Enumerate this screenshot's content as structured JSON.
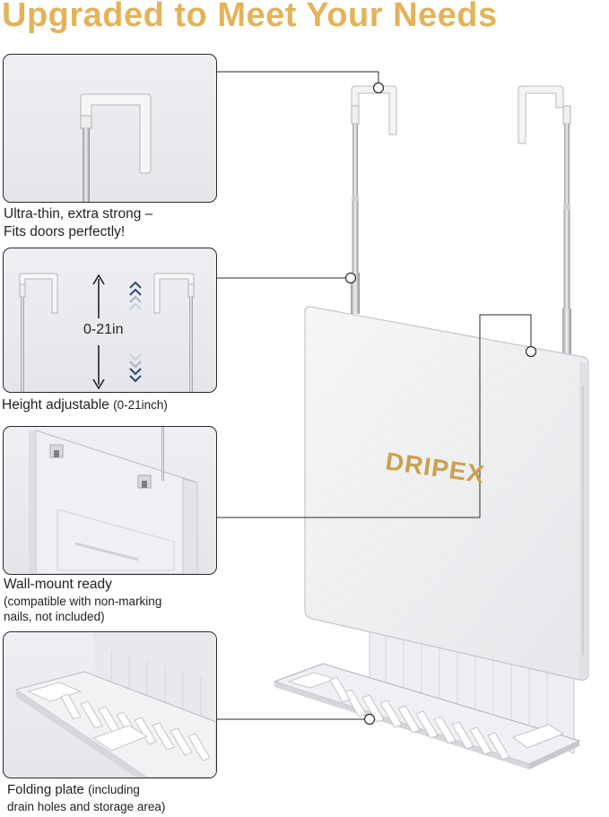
{
  "title": "Upgraded to Meet Your Needs",
  "brand": {
    "logo_text": "DRIPEX",
    "logo_color": "#c9a24c"
  },
  "accent_color": "#e3b35a",
  "features": [
    {
      "caption_line1": "Ultra-thin, extra strong –",
      "caption_line2": "Fits doors perfectly!"
    },
    {
      "caption": "Height adjustable",
      "caption_small": "(0-21inch)",
      "range_label": "0-21in"
    },
    {
      "caption": "Wall-mount ready",
      "note_line1": "(compatible with non-marking",
      "note_line2": "nails, not included)"
    },
    {
      "caption": "Folding plate",
      "caption_small_1": "(including",
      "caption_small_2": "drain holes and storage area)"
    }
  ]
}
